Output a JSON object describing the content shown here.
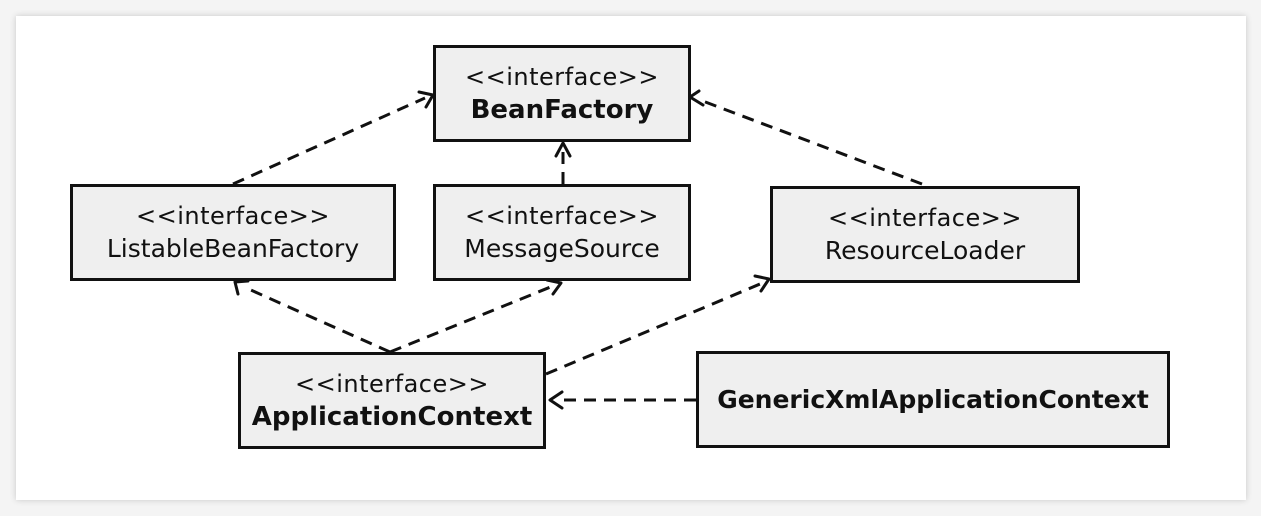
{
  "diagram": {
    "nodes": [
      {
        "id": "bean-factory",
        "stereotype": "<<interface>>",
        "name": "BeanFactory",
        "bold": true
      },
      {
        "id": "listable-bean-factory",
        "stereotype": "<<interface>>",
        "name": "ListableBeanFactory",
        "bold": false
      },
      {
        "id": "message-source",
        "stereotype": "<<interface>>",
        "name": "MessageSource",
        "bold": false
      },
      {
        "id": "resource-loader",
        "stereotype": "<<interface>>",
        "name": "ResourceLoader",
        "bold": false
      },
      {
        "id": "application-context",
        "stereotype": "<<interface>>",
        "name": "ApplicationContext",
        "bold": true
      },
      {
        "id": "generic-xml-application-context",
        "stereotype": "",
        "name": "GenericXmlApplicationContext",
        "bold": true
      }
    ],
    "edges": [
      {
        "from": "listable-bean-factory",
        "to": "bean-factory",
        "style": "dashed"
      },
      {
        "from": "message-source",
        "to": "bean-factory",
        "style": "dashed"
      },
      {
        "from": "resource-loader",
        "to": "bean-factory",
        "style": "dashed"
      },
      {
        "from": "application-context",
        "to": "listable-bean-factory",
        "style": "dashed"
      },
      {
        "from": "application-context",
        "to": "message-source",
        "style": "dashed"
      },
      {
        "from": "application-context",
        "to": "resource-loader",
        "style": "dashed"
      },
      {
        "from": "generic-xml-application-context",
        "to": "application-context",
        "style": "dashed"
      }
    ]
  }
}
